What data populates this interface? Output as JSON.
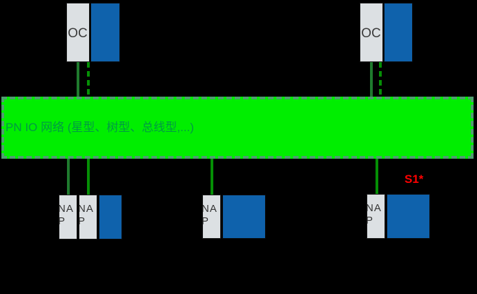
{
  "band": {
    "label": "PN IO 网络 (星型、树型、总线型,...)",
    "fill_color": "#00EE00",
    "border_color": "#4F9E70",
    "label_color": "#009A44"
  },
  "controllers": [
    {
      "label": "IOC"
    },
    {
      "label": "IOC"
    }
  ],
  "devices": [
    {
      "ports": [
        {
          "label": "NAP"
        },
        {
          "label": "NAP"
        }
      ]
    },
    {
      "ports": [
        {
          "label": "NAP"
        }
      ]
    },
    {
      "ports": [
        {
          "label": "NAP"
        }
      ],
      "annotation": "S1*"
    }
  ],
  "colors": {
    "background": "#000000",
    "module_gray": "#DCE0E3",
    "module_blue": "#0F62AC",
    "connector_dark_green": "#1F7A2E",
    "connector_green": "#058F05",
    "annotation_red": "#FF0000"
  }
}
